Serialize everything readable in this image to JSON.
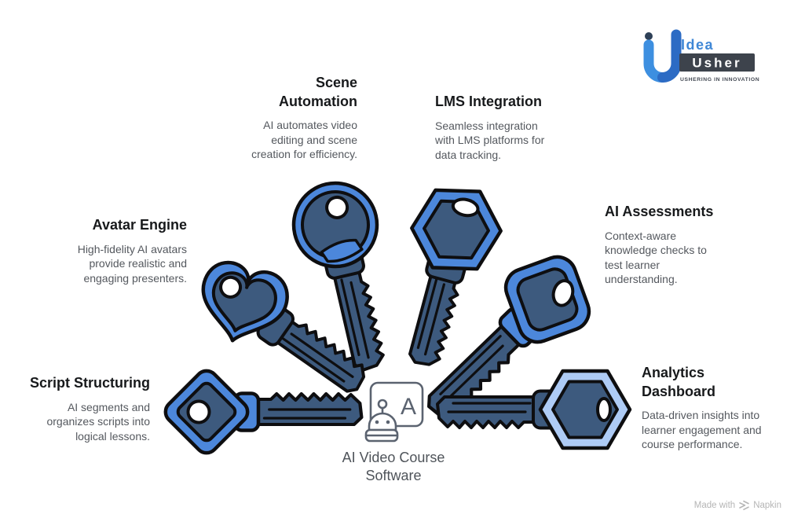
{
  "page_title": "AI Video Course Software",
  "logo": {
    "brand_top": "Idea",
    "brand_bottom": "Usher",
    "tagline": "USHERING IN INNOVATION"
  },
  "features": [
    {
      "id": "scene-automation",
      "title": "Scene\nAutomation",
      "description": "AI automates video\nediting and scene\ncreation for efficiency."
    },
    {
      "id": "lms-integration",
      "title": "LMS Integration",
      "description": "Seamless integration\nwith LMS platforms for\ndata tracking."
    },
    {
      "id": "avatar-engine",
      "title": "Avatar Engine",
      "description": "High-fidelity AI avatars\nprovide realistic and\nengaging presenters."
    },
    {
      "id": "ai-assessments",
      "title": "AI Assessments",
      "description": "Context-aware\nknowledge checks to\ntest learner\nunderstanding."
    },
    {
      "id": "script-structuring",
      "title": "Script Structuring",
      "description": "AI segments and\norganizes scripts into\nlogical lessons."
    },
    {
      "id": "analytics-dashboard",
      "title": "Analytics\nDashboard",
      "description": "Data-driven insights into\nlearner engagement and\ncourse performance."
    }
  ],
  "center": {
    "label": "AI Video Course\nSoftware",
    "icon": "robot-presenter-icon",
    "icon_letter": "A"
  },
  "footer": {
    "made_with": "Made with",
    "brand": "Napkin"
  },
  "colors": {
    "key_blue": "#4c87db",
    "key_navy": "#3d5a7e",
    "key_pale_blue": "#aecbf5",
    "outline": "#0e0e10",
    "title_text": "#17191b",
    "body_text": "#54585e",
    "center_text": "#4f545a",
    "logo_blue": "#3f87d6",
    "logo_dark": "#3d434c",
    "footer_gray": "#b5b5b5"
  }
}
